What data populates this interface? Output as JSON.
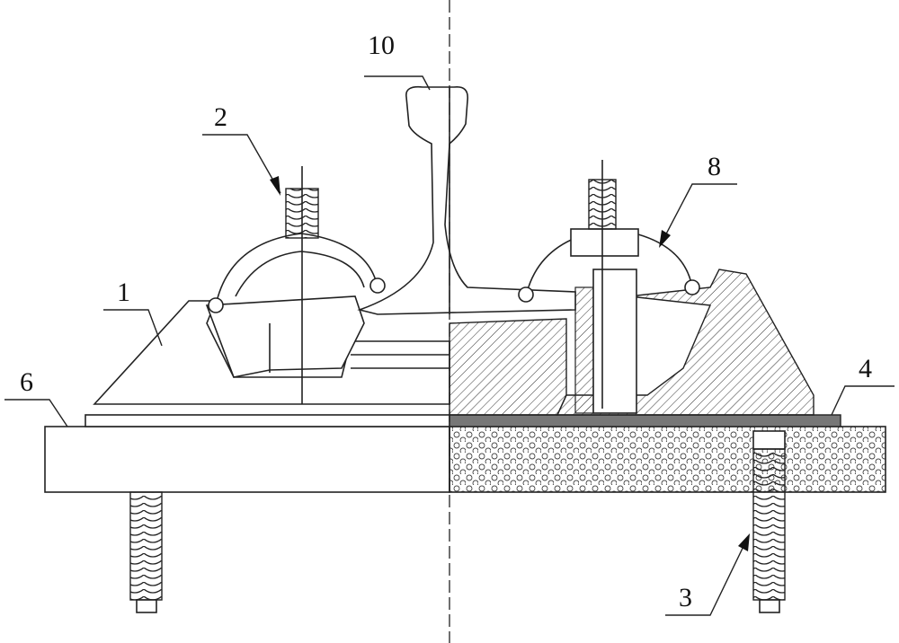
{
  "figure": {
    "labels": {
      "clip_seat": "1",
      "bolt": "2",
      "screw_spike": "3",
      "pad": "4",
      "sleeper": "6",
      "elastic_clip": "8",
      "rail": "10"
    }
  }
}
